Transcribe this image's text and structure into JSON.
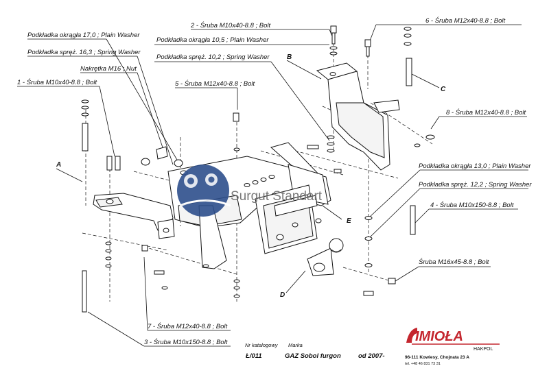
{
  "callouts": [
    {
      "id": "c1",
      "text": "2 - Śruba M10x40-8.8 ;  Bolt"
    },
    {
      "id": "c2",
      "text": "6 - Śruba M12x40-8.8 ;  Bolt"
    },
    {
      "id": "c3",
      "text": "Podkładka okrągła 17,0 ;  Plain Washer"
    },
    {
      "id": "c4",
      "text": "Podkładka okrągła 10,5 ;  Plain Washer"
    },
    {
      "id": "c5",
      "text": "Podkładka spręż. 16,3 ; Spring Washer"
    },
    {
      "id": "c6",
      "text": "Podkładka spręż. 10,2 ; Spring Washer"
    },
    {
      "id": "c7",
      "text": "Nakrętka  M16 ; Nut"
    },
    {
      "id": "c8",
      "text": "1 - Śruba M10x40-8.8 ;  Bolt"
    },
    {
      "id": "c9",
      "text": "5 - Śruba M12x40-8.8 ;  Bolt"
    },
    {
      "id": "c10",
      "text": "8 - Śruba M12x40-8.8 ;  Bolt"
    },
    {
      "id": "c11",
      "text": "Podkładka okrągła 13,0 ;  Plain Washer"
    },
    {
      "id": "c12",
      "text": "Podkładka spręż. 12,2 ; Spring Washer"
    },
    {
      "id": "c13",
      "text": "4 - Śruba M10x150-8.8 ;  Bolt"
    },
    {
      "id": "c14",
      "text": "Śruba M16x45-8.8 ;  Bolt"
    },
    {
      "id": "c15",
      "text": "7 - Śruba M12x40-8.8 ;  Bolt"
    },
    {
      "id": "c16",
      "text": "3 - Śruba M10x150-8.8 ;  Bolt"
    }
  ],
  "parts": [
    "A",
    "B",
    "C",
    "D",
    "E"
  ],
  "watermark": {
    "text": "Surgut Standart",
    "color": "#2e4f8c"
  },
  "footer": {
    "catalog_label": "Nr katalogowy",
    "make_label": "Marka",
    "catalog_no": "Ł/011",
    "model": "GAZ Sobol furgon",
    "year": "od 2007-"
  },
  "logo": {
    "brand": "IMIOŁA",
    "sub": "HAKPOL",
    "address": "96-111 Kowiesy, Chojnata 23 A",
    "phone": "tel. +48 46 831 73 31",
    "color": "#c4262e"
  }
}
